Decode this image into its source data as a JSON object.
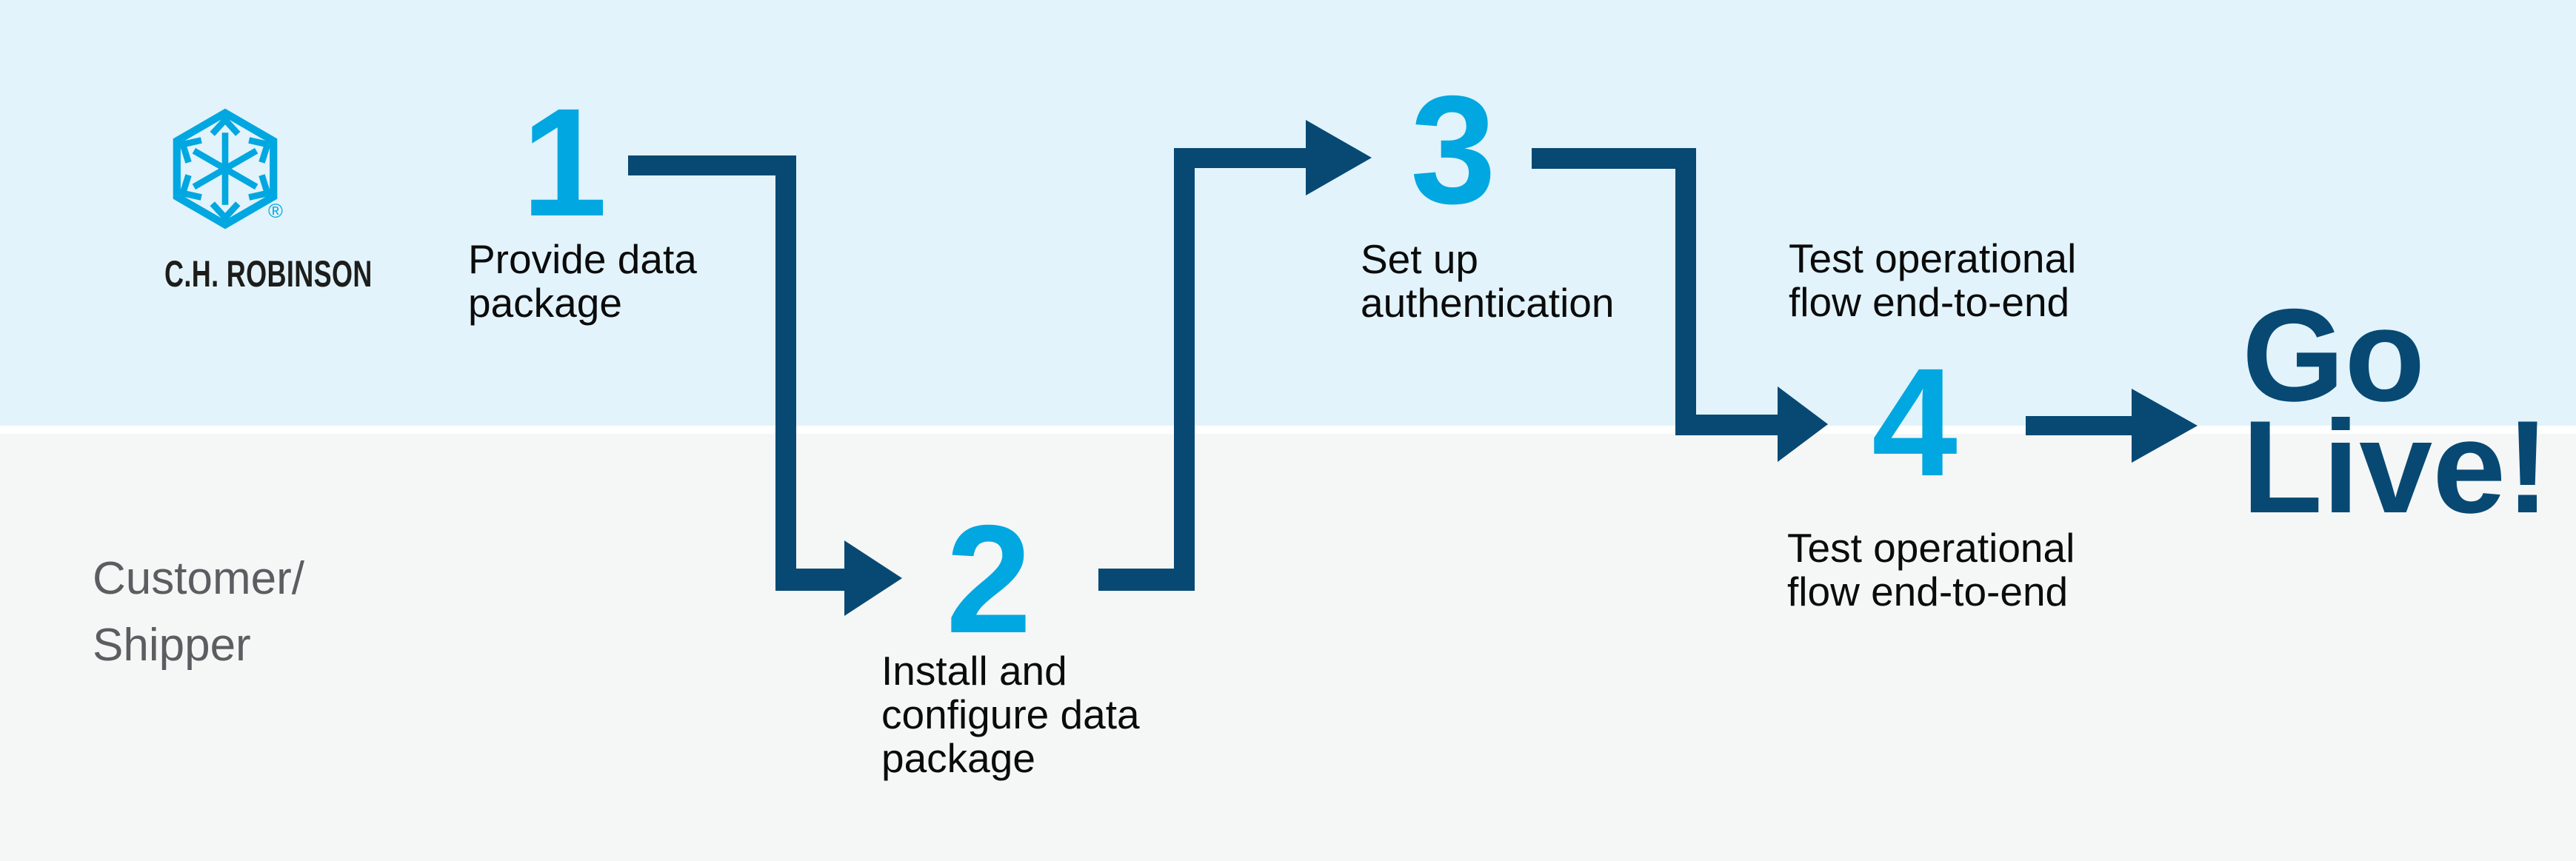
{
  "colors": {
    "navy": "#074973",
    "bright_blue": "#00a7e0",
    "label": "#0b0b0b",
    "gray_text": "#5b5e60",
    "band_top": "#e2f3fb",
    "band_bottom": "#f5f6f6",
    "divider": "#ffffff",
    "wordmark": "#1d1d1b"
  },
  "logo": {
    "icon": "chrobinson-hexagon-arrows-logo",
    "wordmark": "C.H. ROBINSON",
    "registered_mark": "®"
  },
  "lanes": {
    "top_owner": "C.H. Robinson",
    "bottom_label": "Customer/\nShipper"
  },
  "steps": [
    {
      "number": "1",
      "label": "Provide data\npackage"
    },
    {
      "number": "2",
      "label": "Install and\nconfigure data\npackage"
    },
    {
      "number": "3",
      "label": "Set up\nauthentication"
    },
    {
      "number": "4",
      "label_above": "Test operational\nflow end-to-end",
      "label_below": "Test operational\nflow end-to-end"
    }
  ],
  "finish": {
    "label": "Go\nLive!"
  }
}
